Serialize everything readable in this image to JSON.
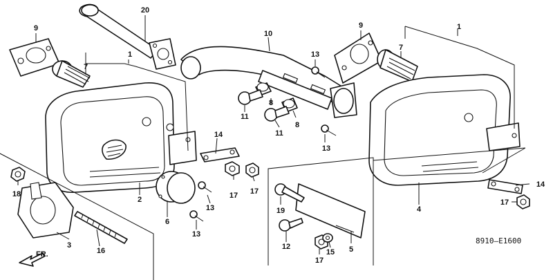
{
  "diagram_code": "8910—E1600",
  "direction_label": "FR.",
  "callouts": {
    "c20": "20",
    "c9a": "9",
    "c9b": "9",
    "c10": "10",
    "c1a": "1",
    "c1b": "1",
    "c7a": "7",
    "c7b": "7",
    "c13a": "13",
    "c13b": "13",
    "c13c": "13",
    "c13d": "13",
    "c8a": "8",
    "c8b": "8",
    "c11a": "11",
    "c11b": "11",
    "c14a": "14",
    "c14b": "14",
    "c17a": "17",
    "c17b": "17",
    "c17c": "17",
    "c18": "18",
    "c2": "2",
    "c3": "3",
    "c4": "4",
    "c5": "5",
    "c6": "6",
    "c12": "12",
    "c15": "15",
    "c16": "16",
    "c19": "19"
  }
}
